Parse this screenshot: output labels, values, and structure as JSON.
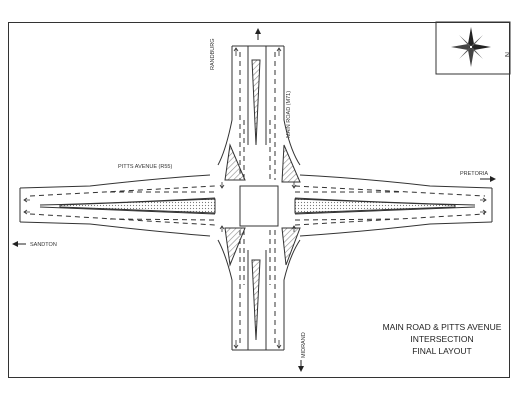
{
  "labels": {
    "randburg": "RANDBURG",
    "main_road": "MAIN ROAD (M71)",
    "pitts_avenue": "PITTS AVENUE (R55)",
    "pretoria": "PRETORIA",
    "sandton": "SANDTON",
    "midrand": "MIDRAND"
  },
  "title_block": {
    "line1": "MAIN ROAD & PITTS AVENUE",
    "line2": "INTERSECTION",
    "line3": "FINAL LAYOUT"
  },
  "compass": {
    "north_label": "N",
    "icon": "compass-rose-icon"
  },
  "colors": {
    "line": "#333333",
    "hatch": "#9a9a9a",
    "paper": "#ffffff"
  }
}
